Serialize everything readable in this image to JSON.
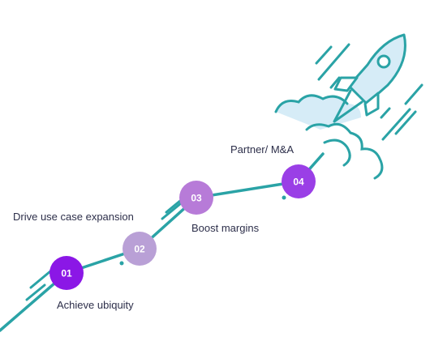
{
  "colors": {
    "path": "#2aa3a6",
    "rocket_fill": "#d6ecf7",
    "text": "#2d2f4a",
    "node_01": "#8b17e6",
    "node_02": "#b9a0d6",
    "node_03": "#b77bd8",
    "node_04": "#9a3fe6"
  },
  "icons": {
    "rocket": "rocket-icon",
    "clouds": "cloud-icon"
  },
  "milestones": [
    {
      "number": "01",
      "label": "Achieve ubiquity"
    },
    {
      "number": "02",
      "label": "Drive use case expansion"
    },
    {
      "number": "03",
      "label": "Boost margins"
    },
    {
      "number": "04",
      "label": "Partner/ M&A"
    }
  ]
}
